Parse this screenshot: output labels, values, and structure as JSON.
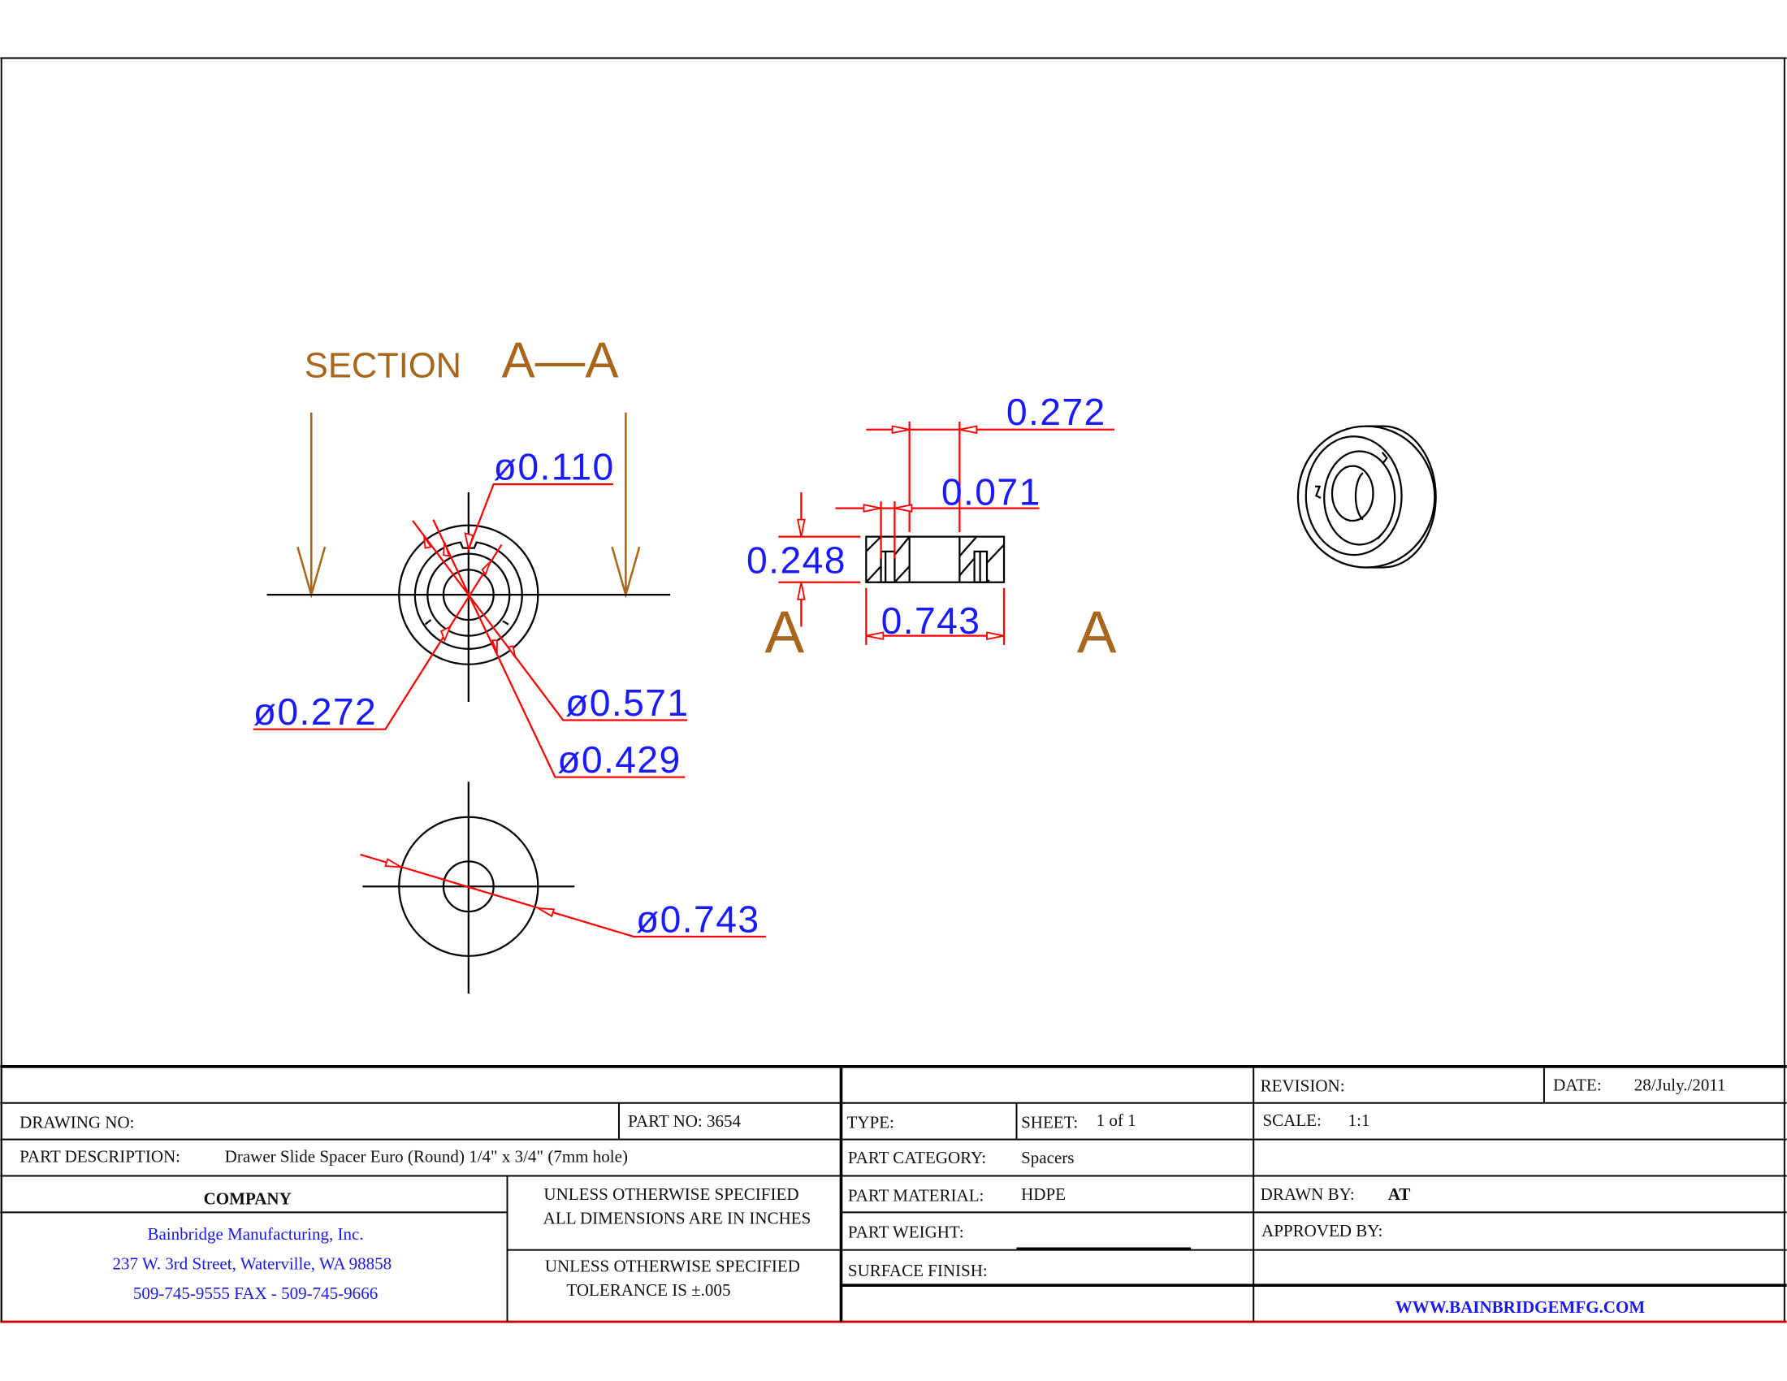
{
  "drawing": {
    "section_label": "SECTION",
    "section_id": "A—A",
    "cut_label_left": "A",
    "cut_label_right": "A",
    "dimensions": {
      "hole_notch_dia": "ø0.110",
      "inner_dia": "ø0.272",
      "ring_outer_dia": "ø0.571",
      "ring_inner_dia": "ø0.429",
      "outer_dia": "ø0.743",
      "width_272": "0.272",
      "width_071": "0.071",
      "thickness": "0.248",
      "length": "0.743"
    }
  },
  "title_block": {
    "revision_label": "REVISION:",
    "date_label": "DATE:",
    "date_value": "28/July./2011",
    "drawing_no_label": "DRAWING NO:",
    "part_no": "PART NO: 3654",
    "type_label": "TYPE:",
    "sheet_label": "SHEET:",
    "sheet_value": "1 of 1",
    "scale_label": "SCALE:",
    "scale_value": "1:1",
    "part_description_label": "PART DESCRIPTION:",
    "part_description_value": "Drawer Slide Spacer Euro (Round) 1/4\" x 3/4\" (7mm hole)",
    "part_category_label": "PART CATEGORY:",
    "part_category_value": "Spacers",
    "company_label": "COMPANY",
    "company_name": "Bainbridge Manufacturing, Inc.",
    "company_address": "237 W. 3rd Street, Waterville, WA 98858",
    "company_phone": "509-745-9555 FAX - 509-745-9666",
    "note_units_1": "UNLESS OTHERWISE SPECIFIED",
    "note_units_2": "ALL DIMENSIONS ARE IN INCHES",
    "note_tol_1": "UNLESS OTHERWISE SPECIFIED",
    "note_tol_2": "TOLERANCE IS  ±.005",
    "part_material_label": "PART MATERIAL:",
    "part_material_value": "HDPE",
    "drawn_by_label": "DRAWN BY:",
    "drawn_by_value": "AT",
    "part_weight_label": "PART WEIGHT:",
    "approved_by_label": "APPROVED BY:",
    "surface_finish_label": "SURFACE FINISH:",
    "website": "WWW.BAINBRIDGEMFG.COM"
  },
  "colors": {
    "dimension_text": "#1a1aff",
    "dimension_lines": "#ff0000",
    "section_marks": "#a8661c"
  }
}
